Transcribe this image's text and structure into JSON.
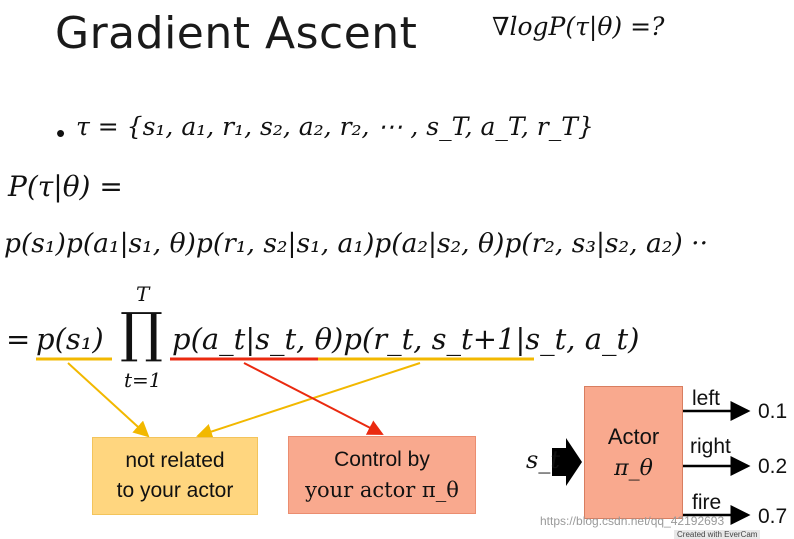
{
  "slide": {
    "title": "Gradient Ascent",
    "gradient_question": "∇logP(τ|θ) =?",
    "bullet": "•",
    "trajectory": "τ = {s₁, a₁, r₁, s₂, a₂, r₂, ⋯ , s_T, a_T, r_T}",
    "prob_label": "P(τ|θ) =",
    "expansion": "p(s₁)p(a₁|s₁, θ)p(r₁, s₂|s₁, a₁)p(a₂|s₂, θ)p(r₂, s₃|s₂, a₂) ··",
    "product_form": {
      "equals": "=",
      "initial_state": "p(s₁)",
      "product_symbol": "∏",
      "upper_limit": "T",
      "lower_limit": "t=1",
      "policy_term": "p(a_t|s_t, θ)",
      "env_term": "p(r_t, s_t+1|s_t, a_t)"
    }
  },
  "annotations": {
    "not_related_line1": "not related",
    "not_related_line2": "to your actor",
    "control_line1": "Control by",
    "control_line2": "your actor π_θ"
  },
  "actor_diagram": {
    "input_label": "s_t",
    "actor_name": "Actor",
    "actor_symbol": "π_θ",
    "actions": [
      {
        "label": "left",
        "prob": "0.1"
      },
      {
        "label": "right",
        "prob": "0.2"
      },
      {
        "label": "fire",
        "prob": "0.7"
      }
    ]
  },
  "watermark": "https://blog.csdn.net/qq_42192693",
  "evercam": "Created with EverCam",
  "colors": {
    "yellow_line": "#f2b800",
    "red_line": "#ea2a10",
    "yellow_box": "#ffd67f",
    "orange_box": "#f9a98e"
  }
}
